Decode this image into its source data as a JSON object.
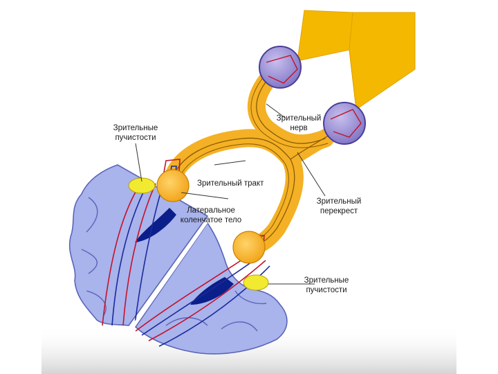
{
  "labels": {
    "radiations_top_line1": "Зрительные",
    "radiations_top_line2": "пучистости",
    "optic_nerve_line1": "Зрительный",
    "optic_nerve_line2": "нерв",
    "optic_tract": "Зрительный тракт",
    "lgn_line1": "Латеральное",
    "lgn_line2": "коленчатое тело",
    "chiasm_line1": "Зрительный",
    "chiasm_line2": "перекрест",
    "radiations_bottom_line1": "Зрительные",
    "radiations_bottom_line2": "пучистости"
  },
  "colors": {
    "visual_field": "#f5b800",
    "eyeball": "#9a8fd0",
    "optic_pathway": "#f4b125",
    "pathway_outline": "#8a5a00",
    "brain_tissue": "#a9b3ec",
    "brain_outline": "#5a64b8",
    "ventricle": "#0a1f8a",
    "lgn_body": "#f6b41f",
    "nerve_red": "#c4122a",
    "nerve_blue": "#1a2a9a",
    "striate_yellow": "#f2ea30"
  }
}
